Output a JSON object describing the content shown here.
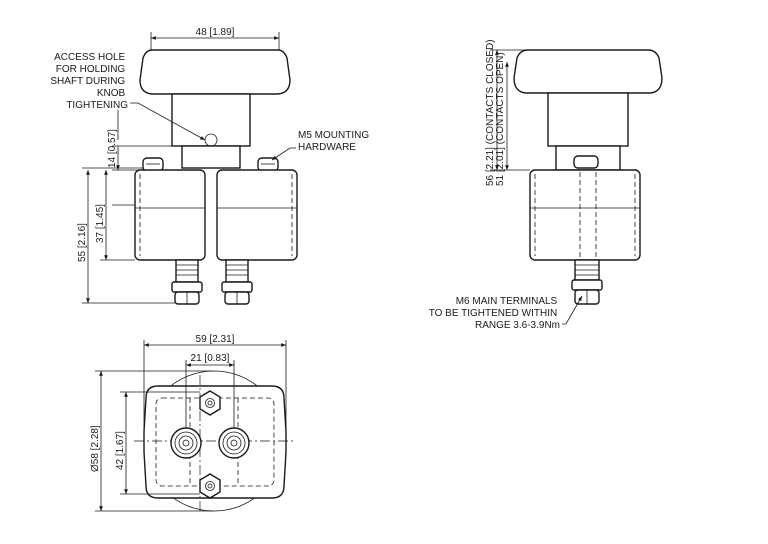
{
  "dimensions": {
    "knob_width": "48 [1.89]",
    "access_height": "14 [0.57]",
    "body_height": "37 [1.45]",
    "total_height": "55 [2.16]",
    "closed_height": "56 [2.21] (CONTACTS CLOSED)",
    "open_height": "51 [2.01] (CONTACTS OPEN)",
    "flange_width": "59 [2.31]",
    "terminal_spacing": "21 [0.83]",
    "diameter": "Ø58 [2.28]",
    "flat_width": "42 [1.67]"
  },
  "notes": {
    "access_hole": [
      "ACCESS HOLE",
      "FOR HOLDING",
      "SHAFT DURING",
      "KNOB",
      "TIGHTENING"
    ],
    "mounting": [
      "M5 MOUNTING",
      "HARDWARE"
    ],
    "terminals": [
      "M6 MAIN TERMINALS",
      "TO BE TIGHTENED WITHIN",
      "RANGE 3.6-3.9Nm"
    ]
  }
}
